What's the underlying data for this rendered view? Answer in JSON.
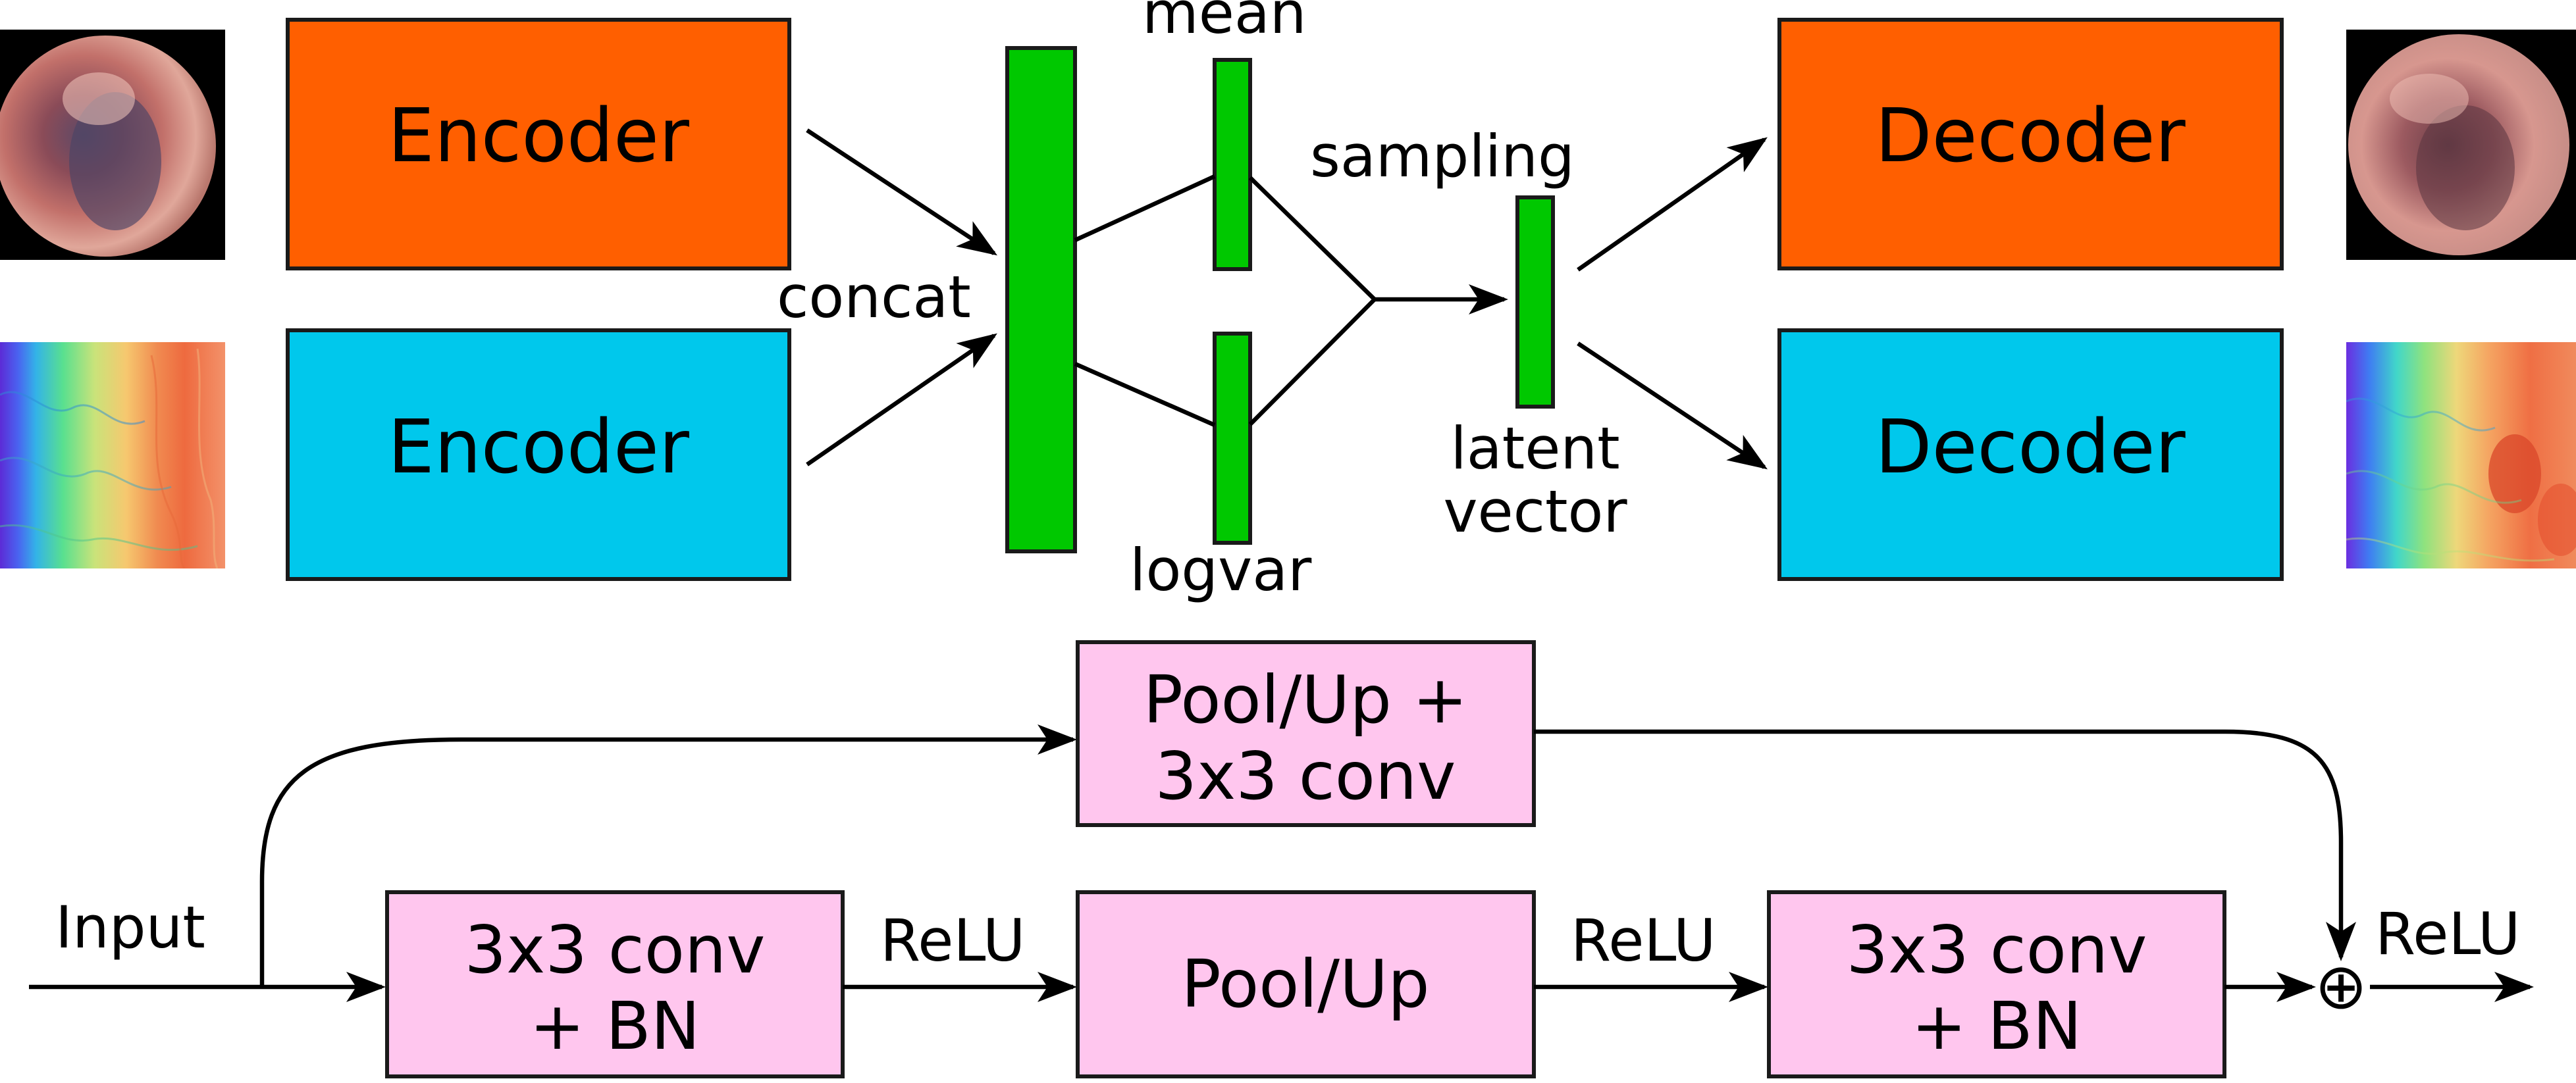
{
  "vae": {
    "encoder_top": {
      "label": "Encoder",
      "color": "#ff5f00"
    },
    "encoder_bottom": {
      "label": "Encoder",
      "color": "#00c8ec"
    },
    "decoder_top": {
      "label": "Decoder",
      "color": "#ff5f00"
    },
    "decoder_bottom": {
      "label": "Decoder",
      "color": "#00c8ec"
    },
    "concat_label": "concat",
    "mean_label": "mean",
    "logvar_label": "logvar",
    "sampling_label": "sampling",
    "latent_label_line1": "latent",
    "latent_label_line2": "vector",
    "layer_color": "#00c800"
  },
  "images": {
    "input_otoscope": "ear-drum-photo",
    "input_wideband": "tympanometry-heatmap",
    "output_otoscope": "reconstructed-ear-drum-photo",
    "output_wideband": "reconstructed-tympanometry-heatmap"
  },
  "residual_block": {
    "input_label": "Input",
    "conv_bn_1": {
      "line1": "3x3 conv",
      "line2": "+ BN"
    },
    "pool_up": "Pool/Up",
    "conv_bn_2": {
      "line1": "3x3 conv",
      "line2": "+ BN"
    },
    "skip_box": {
      "line1": "Pool/Up +",
      "line2": "3x3 conv"
    },
    "relu_1": "ReLU",
    "relu_2": "ReLU",
    "relu_out": "ReLU",
    "sum_symbol": "⊕",
    "box_color": "#ffc6ee"
  }
}
